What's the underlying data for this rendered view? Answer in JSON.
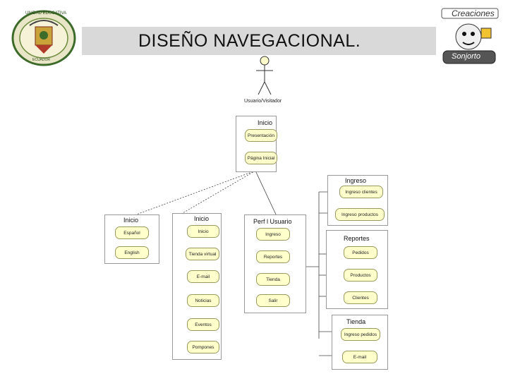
{
  "title": "DISEÑO NAVEGACIONAL.",
  "logos": {
    "left_seal_text": "UNIDAD EDUCATIVA",
    "left_seal_bottom": "ECUADOR",
    "right_top_text": "Creaciones",
    "right_bottom_text": "Sonjorto"
  },
  "actor": {
    "label": "Usuario/Visitador"
  },
  "boxes": {
    "inicio_main": {
      "title": "Inicio",
      "items": [
        "Presentación",
        "Página Inicial"
      ]
    },
    "ingreso": {
      "title": "Ingreso",
      "items": [
        "Ingreso clientes",
        "Ingreso productos"
      ]
    },
    "reportes": {
      "title": "Reportes",
      "items": [
        "Pedidos",
        "Productos",
        "Clientes"
      ]
    },
    "tienda": {
      "title": "Tienda",
      "items": [
        "Ingreso pedidos",
        "E-mail"
      ]
    },
    "inicio_lang": {
      "title": "Inicio",
      "items": [
        "Español",
        "English"
      ]
    },
    "inicio_nav": {
      "title": "Inicio",
      "items": [
        "Inicio",
        "Tienda virtual",
        "E-mail",
        "Noticias",
        "Eventos",
        "Pompones"
      ]
    },
    "perfil": {
      "title": "Perf l Usuario",
      "items": [
        "Ingreso",
        "Reportes",
        "Tienda",
        "Salir"
      ]
    }
  }
}
